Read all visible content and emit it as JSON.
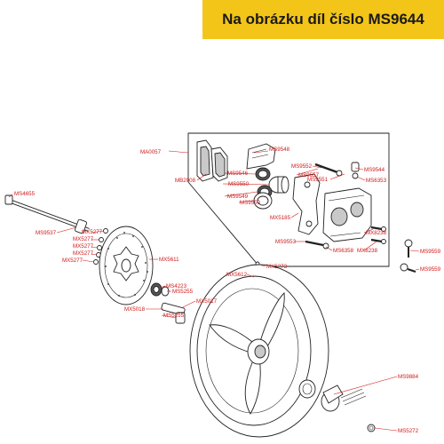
{
  "banner": {
    "text": "Na obrázku díl číslo MS9644"
  },
  "colors": {
    "banner_bg": "#f4c519",
    "label": "#d01818",
    "line": "#222222"
  },
  "labels": {
    "MA0057": "MA0057",
    "MS9548": "MS9548",
    "MB2008": "MB2008",
    "MS9552": "MS9552",
    "MS9544": "MS9544",
    "MS9546": "MS9546",
    "MS9557": "MS9557",
    "MS9551": "MS9551",
    "MS6353": "MS6353",
    "MS9550": "MS9550",
    "MS9549": "MS9549",
    "MS9550b": "MS9550",
    "MX5185": "MX5185",
    "MS9553": "MS9553",
    "MS6358": "MS6358",
    "MX8238a": "MX8238",
    "MX8238b": "MX8238",
    "MS4655": "MS4655",
    "MS9537": "MS9537",
    "MX5277a": "MX5277",
    "MX5277b": "MX5277",
    "MX5277c": "MX5277",
    "MX5277d": "MX5277",
    "MX5277e": "MX5277",
    "MX5611": "MX5611",
    "MS9559a": "MS9559",
    "MS9559b": "MS9559",
    "MX5273": "MX5273",
    "MX5612": "MX5612",
    "MS4223": "MS4223",
    "MS5255a": "MS5255",
    "MX5017": "MX5017",
    "MX5018": "MX5018",
    "MS5255b": "MS5255",
    "MS9884": "MS9884",
    "MS5272": "MS5272"
  }
}
